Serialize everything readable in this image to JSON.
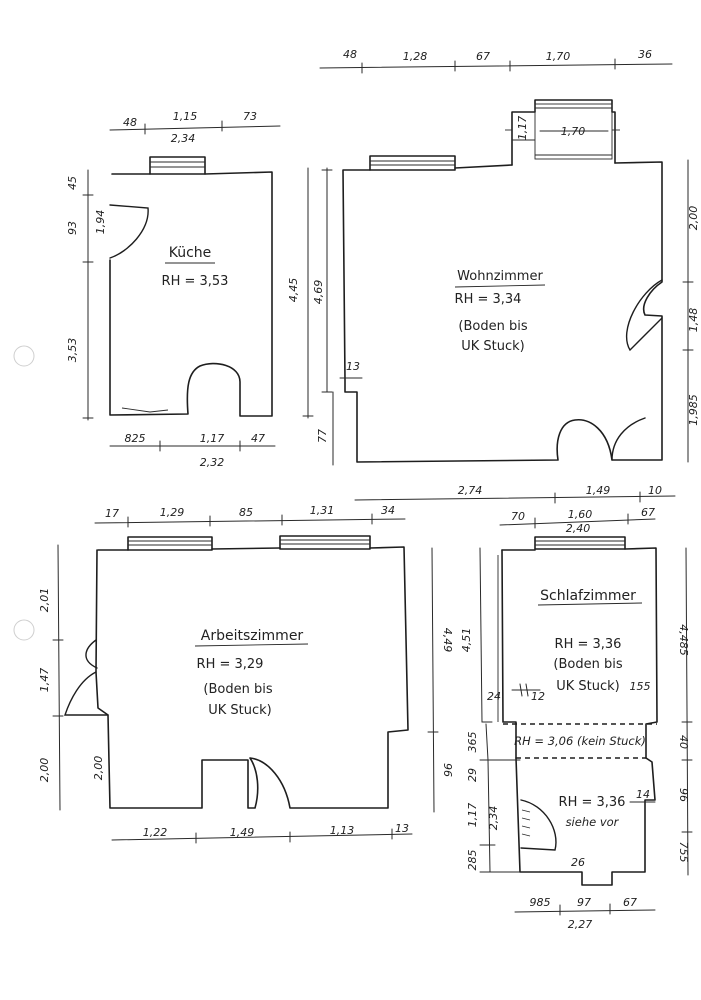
{
  "rooms": {
    "kueche": {
      "name": "Küche",
      "height": "RH = 3,53"
    },
    "wohn": {
      "name": "Wohnzimmer",
      "height": "RH = 3,34",
      "note1": "(Boden bis",
      "note2": "UK Stuck)"
    },
    "arbeit": {
      "name": "Arbeitszimmer",
      "height": "RH = 3,29",
      "note1": "(Boden bis",
      "note2": "UK Stuck)"
    },
    "schlaf": {
      "name": "Schlafzimmer",
      "height": "RH = 3,36",
      "note1": "(Boden bis",
      "note2": "UK Stuck)"
    },
    "flur": {
      "height": "RH = 3,06 (kein Stuck)"
    },
    "bad": {
      "height": "RH = 3,36",
      "note1": "siehe vor"
    }
  },
  "dims": {
    "wohn_top": [
      "48",
      "1,28",
      "67",
      "1,70",
      "36"
    ],
    "wohn_bay": [
      "1,17",
      "1,70"
    ],
    "wohn_left": [
      "4,45",
      "4,69",
      "13",
      "77"
    ],
    "wohn_right": [
      "2,00",
      "1,48",
      "1,985"
    ],
    "kueche_top": [
      "48",
      "1,15",
      "73",
      "2,34"
    ],
    "kueche_left": [
      "45",
      "93",
      "1,94",
      "3,53"
    ],
    "kueche_bottom": [
      "825",
      "1,17",
      "47",
      "2,32"
    ],
    "mid_top": [
      "2,74",
      "1,49",
      "10"
    ],
    "arbeit_top": [
      "17",
      "1,29",
      "85",
      "1,31",
      "34"
    ],
    "arbeit_left": [
      "2,01",
      "1,47",
      "2,00",
      "2,00"
    ],
    "arbeit_right": [
      "4,49",
      "96"
    ],
    "arbeit_bottom": [
      "1,22",
      "1,49",
      "1,13",
      "13"
    ],
    "schlaf_top": [
      "70",
      "1,60",
      "2,40",
      "67"
    ],
    "schlaf_left": [
      "4,51",
      "365",
      "29",
      "1,17",
      "2,34",
      "285"
    ],
    "schlaf_inner": [
      "24",
      "12",
      "155",
      "14",
      "26"
    ],
    "schlaf_right": [
      "4,485",
      "40",
      "96",
      "755"
    ],
    "bad_bottom": [
      "985",
      "97",
      "67",
      "2,27"
    ]
  }
}
